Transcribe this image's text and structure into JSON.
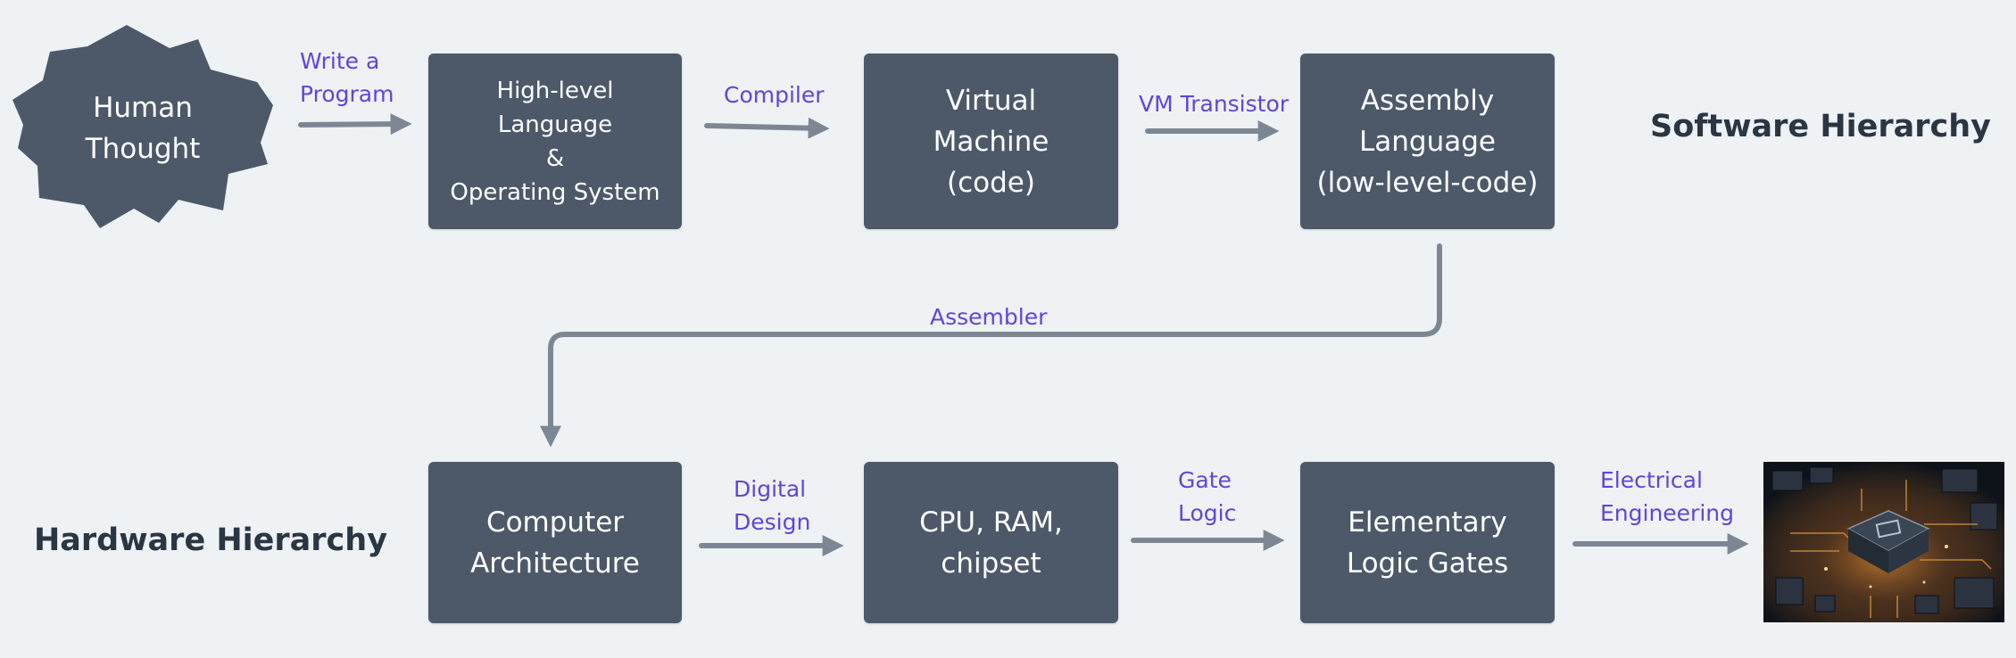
{
  "start": {
    "label": "Human\nThought"
  },
  "software_row": [
    {
      "label": "High-level\nLanguage\n&\nOperating System"
    },
    {
      "label": "Virtual\nMachine\n(code)"
    },
    {
      "label": "Assembly\nLanguage\n(low-level-code)"
    }
  ],
  "hardware_row": [
    {
      "label": "Computer\nArchitecture"
    },
    {
      "label": "CPU, RAM,\nchipset"
    },
    {
      "label": "Elementary\nLogic Gates"
    }
  ],
  "edges": {
    "write_program": "Write a\nProgram",
    "compiler": "Compiler",
    "vm_translator": "VM Transistor",
    "assembler": "Assembler",
    "digital_design": "Digital\nDesign",
    "gate_logic": "Gate\nLogic",
    "electrical_engineering": "Electrical\nEngineering"
  },
  "headings": {
    "software": "Software Hierarchy",
    "hardware": "Hardware Hierarchy"
  },
  "colors": {
    "box": "#4d5968",
    "arrow": "#7d8794",
    "edge_label": "#5b48d9",
    "heading": "#2b3643",
    "background": "#eef2f5"
  },
  "images": {
    "end": "circuit-board-chip-photo"
  }
}
